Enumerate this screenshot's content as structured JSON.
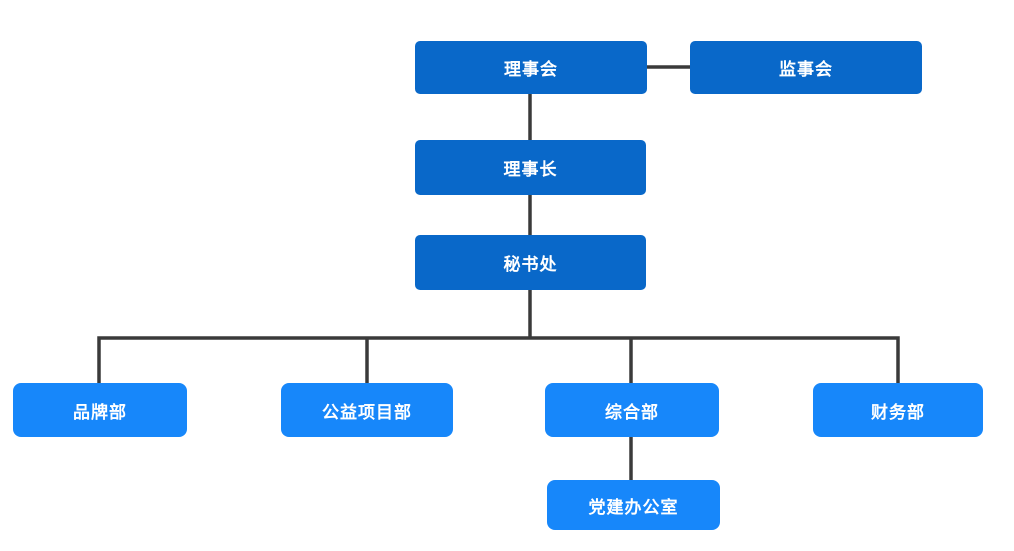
{
  "diagram": {
    "type": "org-chart",
    "background_color": "#ffffff",
    "line_color": "#3a3a3a",
    "text_color": "#ffffff",
    "node_colors": {
      "primary_dark": "#0968c9",
      "primary_light": "#1787fa"
    },
    "nodes": [
      {
        "id": "board",
        "label": "理事会",
        "variant": "dark",
        "level": 1
      },
      {
        "id": "supervisory-board",
        "label": "监事会",
        "variant": "dark",
        "level": 1
      },
      {
        "id": "chairman",
        "label": "理事长",
        "variant": "dark",
        "level": 2
      },
      {
        "id": "secretariat",
        "label": "秘书处",
        "variant": "dark",
        "level": 3
      },
      {
        "id": "brand-dept",
        "label": "品牌部",
        "variant": "light",
        "level": 4
      },
      {
        "id": "charity-project-dept",
        "label": "公益项目部",
        "variant": "light",
        "level": 4
      },
      {
        "id": "general-dept",
        "label": "综合部",
        "variant": "light",
        "level": 4
      },
      {
        "id": "finance-dept",
        "label": "财务部",
        "variant": "light",
        "level": 4
      },
      {
        "id": "party-building-office",
        "label": "党建办公室",
        "variant": "light",
        "level": 5
      }
    ],
    "edges": [
      {
        "from": "board",
        "to": "supervisory-board"
      },
      {
        "from": "board",
        "to": "chairman"
      },
      {
        "from": "chairman",
        "to": "secretariat"
      },
      {
        "from": "secretariat",
        "to": "brand-dept"
      },
      {
        "from": "secretariat",
        "to": "charity-project-dept"
      },
      {
        "from": "secretariat",
        "to": "general-dept"
      },
      {
        "from": "secretariat",
        "to": "finance-dept"
      },
      {
        "from": "general-dept",
        "to": "party-building-office"
      }
    ]
  }
}
